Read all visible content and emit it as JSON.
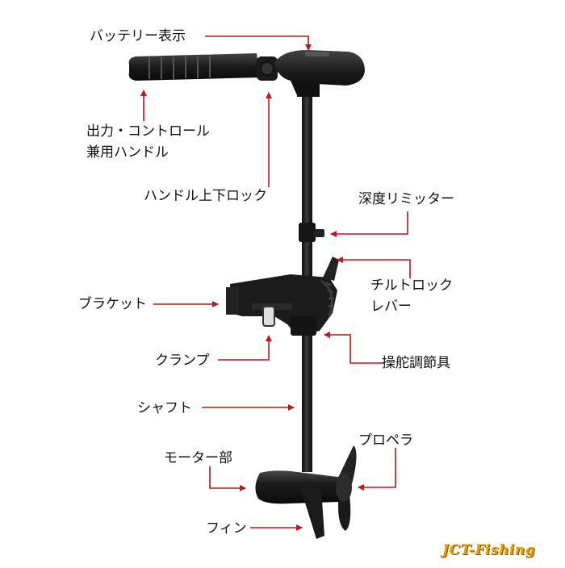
{
  "labels": {
    "battery_display": "バッテリー表示",
    "handle_line1": "出力・コントロール",
    "handle_line2": "兼用ハンドル",
    "handle_lock": "ハンドル上下ロック",
    "depth_limiter": "深度リミッター",
    "tilt_lock_line1": "チルトロック",
    "tilt_lock_line2": "レバー",
    "bracket": "ブラケット",
    "clamp": "クランプ",
    "steering_adjuster": "操舵調節具",
    "shaft": "シャフト",
    "propeller": "プロペラ",
    "motor_unit": "モーター部",
    "fin": "フィン"
  },
  "brand_text": "JCT-Fishing",
  "colors": {
    "arrow": "#c0161c",
    "motor_body": "#1c1c1c",
    "brand": "#e8a000"
  }
}
